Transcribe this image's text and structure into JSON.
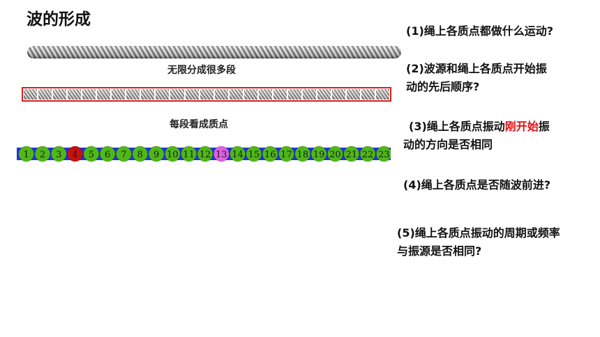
{
  "title": "波的形成",
  "captions": {
    "divide": "无限分成很多段",
    "particles": "每段看成质点"
  },
  "segment_count": 25,
  "particles": {
    "labels": [
      "1",
      "2",
      "3",
      "4",
      "5",
      "6",
      "7",
      "8",
      "9",
      "10",
      "11",
      "12",
      "13",
      "14",
      "15",
      "16",
      "17",
      "18",
      "19",
      "20",
      "21",
      "22",
      "23"
    ],
    "highlight_red": "4",
    "highlight_pink": "13",
    "colors": {
      "normal": "#4fb817",
      "red": "#c81010",
      "pink": "#e060e0",
      "band_blue": "#2233dd"
    }
  },
  "questions": {
    "q1": "(1)绳上各质点都做什么运动?",
    "q2_line1": "(2)波源和绳上各质点开始振",
    "q2_line2": "动的先后顺序?",
    "q3_prefix": "(3)绳上各质点振动",
    "q3_highlight": "刚开始",
    "q3_suffix": "振",
    "q3_line2": "动的方向是否相同",
    "q4": "(4)绳上各质点是否随波前进?",
    "q5_line1": "(5)绳上各质点振动的周期或频率",
    "q5_line2": "与振源是否相同?"
  }
}
